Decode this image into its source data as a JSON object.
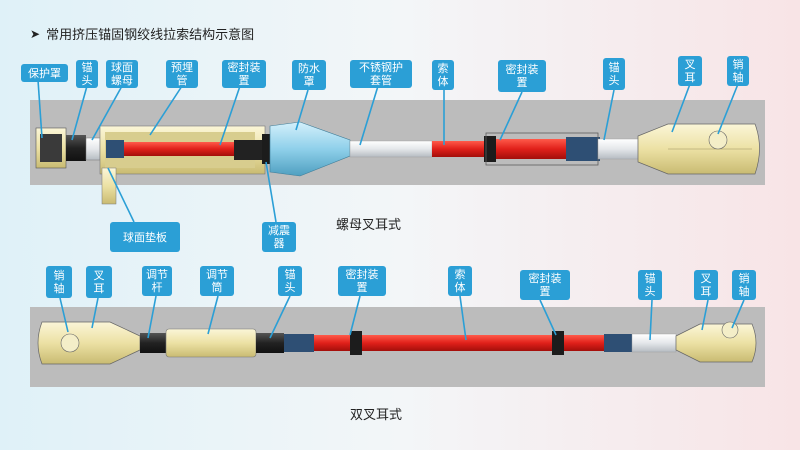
{
  "title": "常用挤压锚固钢绞线拉索结构示意图",
  "title_bullet": "➤",
  "colors": {
    "callout": "#2b9fd6",
    "panel": "#bcbcbc",
    "cable_red": "#e0201a",
    "sheath_white": "#eef0f2",
    "anchor_gold": "#efe6b0",
    "body_dark": "#2a2a2a"
  },
  "diagram_top": {
    "caption": "螺母叉耳式",
    "labels": {
      "cover": "保护罩",
      "anchor_head": "锚\n头",
      "ball_nut": "球面\n螺母",
      "embedded_pipe": "预埋\n管",
      "seal": "密封装\n置",
      "waterproof_cover": "防水\n罩",
      "stainless_sleeve": "不锈钢护\n套管",
      "cable_body": "索\n体",
      "seal_2": "密封装\n置",
      "anchor_head_2": "锚\n头",
      "fork_ear": "叉\n耳",
      "pin": "销\n轴",
      "ball_washer": "球面垫板",
      "damper": "减震\n器"
    }
  },
  "diagram_bottom": {
    "caption": "双叉耳式",
    "labels": {
      "pin_left": "销\n轴",
      "fork_ear_left": "叉\n耳",
      "adjust_rod": "调节\n杆",
      "adjust_tube": "调节\n筒",
      "anchor_head_left": "锚\n头",
      "seal_left": "密封装\n置",
      "cable_body": "索\n体",
      "seal_right": "密封装\n置",
      "anchor_head_right": "锚\n头",
      "fork_ear_right": "叉\n耳",
      "pin_right": "销\n轴"
    }
  }
}
